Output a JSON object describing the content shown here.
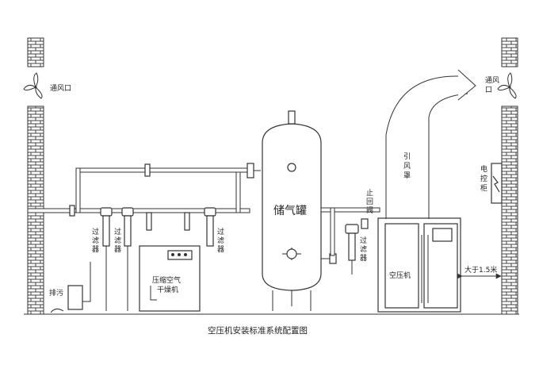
{
  "labels": {
    "vent_left": "通风口",
    "vent_right": "通风口",
    "filter_1": "过滤器",
    "filter_2": "过滤器",
    "filter_3": "过滤器",
    "filter_4": "过滤器",
    "drain": "排污",
    "dryer_line1": "压缩空气",
    "dryer_line2": "干燥机",
    "tank": "储气罐",
    "check_valve": "止回阀",
    "hood": "引风罩",
    "control_cabinet": "电控柜",
    "compressor": "空压机",
    "clearance": "大于1.5米"
  },
  "caption": "空压机安装标准系统配置图",
  "colors": {
    "line": "#333333",
    "background": "#ffffff",
    "brick": "#444444"
  }
}
